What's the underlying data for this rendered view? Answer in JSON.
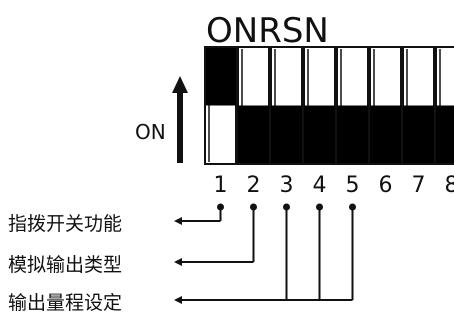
{
  "header": {
    "title": "ONRSN"
  },
  "on_indicator": {
    "label": "ON"
  },
  "switches": [
    {
      "number": "1",
      "state": "up"
    },
    {
      "number": "2",
      "state": "down"
    },
    {
      "number": "3",
      "state": "down"
    },
    {
      "number": "4",
      "state": "down"
    },
    {
      "number": "5",
      "state": "down"
    },
    {
      "number": "6",
      "state": "down"
    },
    {
      "number": "7",
      "state": "down"
    },
    {
      "number": "8",
      "state": "down"
    }
  ],
  "callouts": [
    {
      "label": "指拨开关功能",
      "switches": [
        "1"
      ]
    },
    {
      "label": "模拟输出类型",
      "switches": [
        "2"
      ]
    },
    {
      "label": "输出量程设定",
      "switches": [
        "3",
        "4",
        "5"
      ]
    }
  ],
  "colors": {
    "line": "#111111",
    "toggle": "#000000",
    "background": "#ffffff"
  }
}
